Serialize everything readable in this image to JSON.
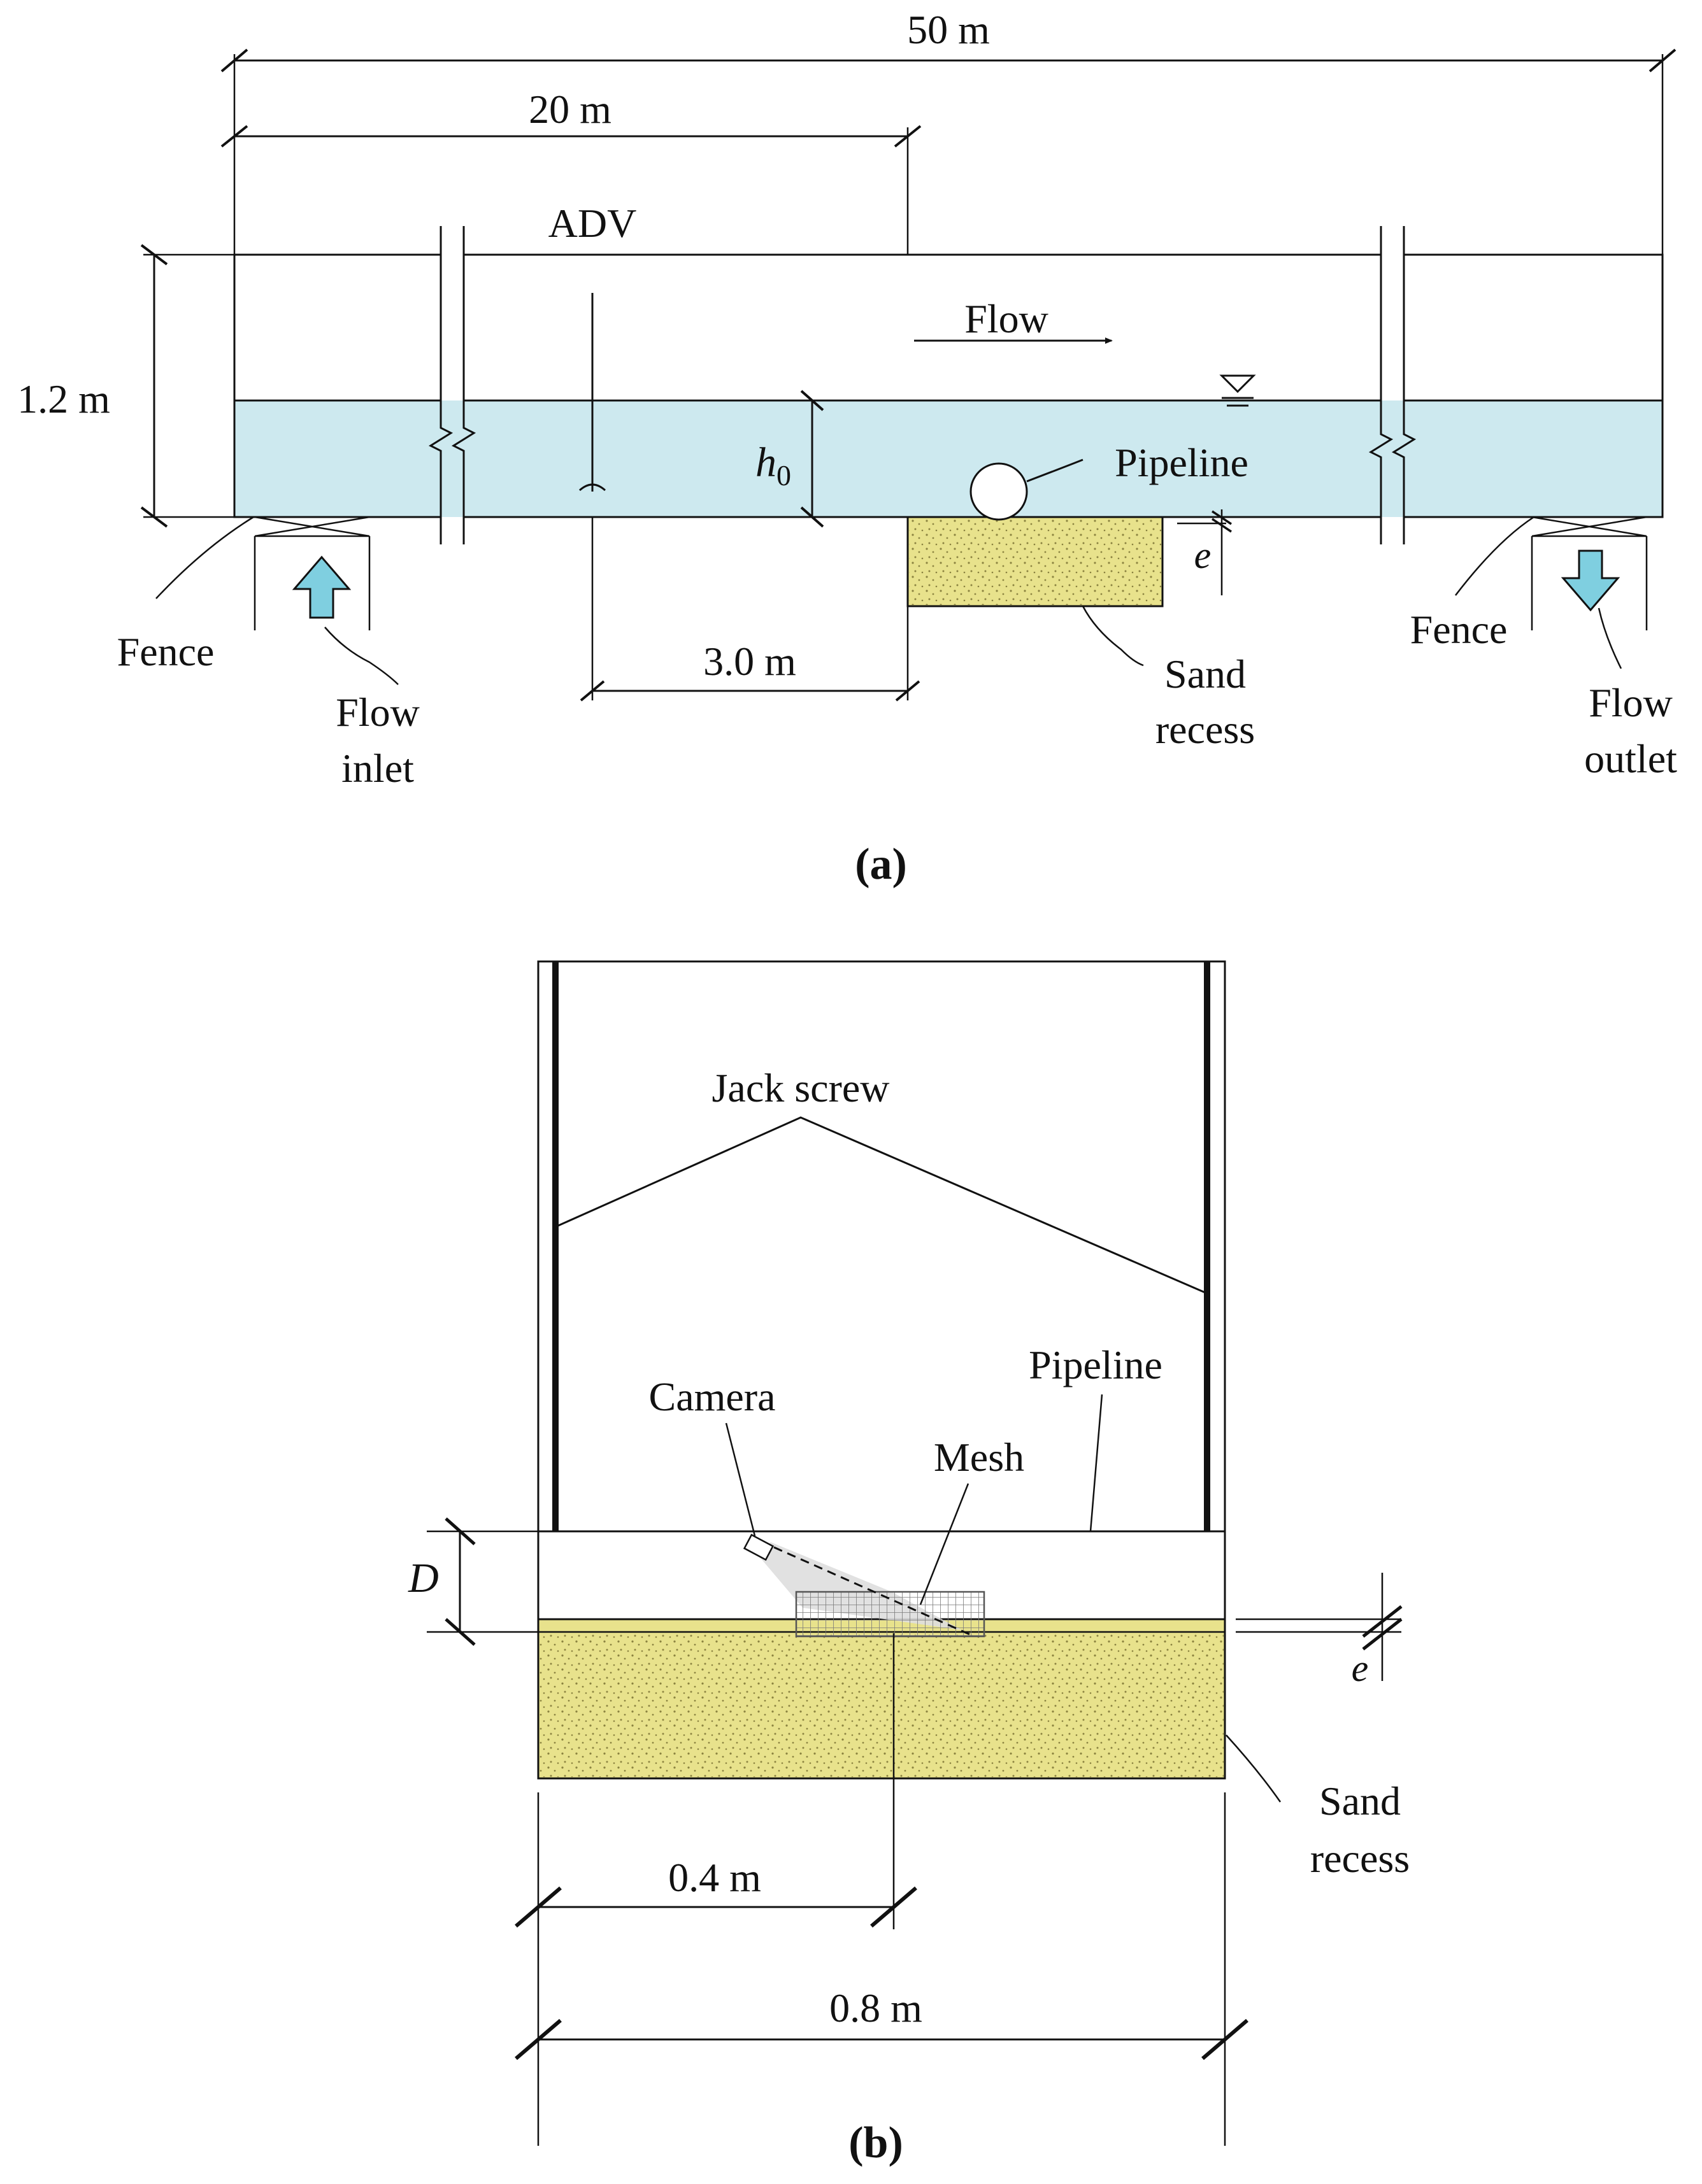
{
  "colors": {
    "water": "#cde9ef",
    "sand": "#e8e28c",
    "sand_dots": "#8a8240",
    "arrow_fill": "#7fcfe0",
    "ink": "#111111",
    "mesh": "#7a7a7a",
    "camera_cone": "#dedede"
  },
  "panel_a": {
    "caption": "(a)",
    "dim_length": "50 m",
    "dim_upstream": "20 m",
    "dim_height": "1.2 m",
    "adv": "ADV",
    "flow": "Flow",
    "depth_symbol": "h",
    "depth_subscript": "0",
    "pipeline": "Pipeline",
    "gap": "e",
    "dim_adv": "3.0 m",
    "fence_left": "Fence",
    "fence_right": "Fence",
    "inlet_line1": "Flow",
    "inlet_line2": "inlet",
    "outlet_line1": "Flow",
    "outlet_line2": "outlet",
    "sand_line1": "Sand",
    "sand_line2": "recess"
  },
  "panel_b": {
    "caption": "(b)",
    "jack_screw": "Jack screw",
    "pipeline": "Pipeline",
    "camera": "Camera",
    "mesh": "Mesh",
    "diameter": "D",
    "gap": "e",
    "sand_line1": "Sand",
    "sand_line2": "recess",
    "dim_half": "0.4 m",
    "dim_full": "0.8 m"
  }
}
